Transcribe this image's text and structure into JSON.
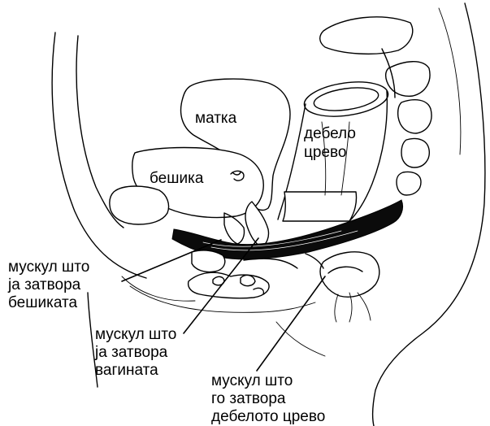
{
  "labels": {
    "uterus": "матка",
    "bladder": "бешика",
    "colon_line1": "дебело",
    "colon_line2": "црево",
    "bladder_muscle_line1": "мускул што",
    "bladder_muscle_line2": "ја затвора",
    "bladder_muscle_line3": "бешиката",
    "vagina_muscle_line1": "мускул што",
    "vagina_muscle_line2": "ја затвора",
    "vagina_muscle_line3": "вагината",
    "rectum_muscle_line1": "мускул што",
    "rectum_muscle_line2": "го затвора",
    "rectum_muscle_line3": "дебелото црево"
  }
}
